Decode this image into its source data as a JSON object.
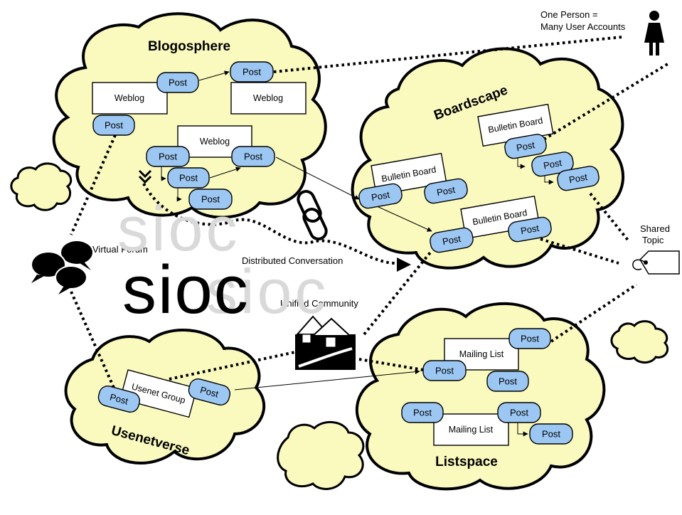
{
  "regions": {
    "blogosphere": "Blogosphere",
    "boardscape": "Boardscape",
    "usenetverse": "Usenetverse",
    "listspace": "Listspace"
  },
  "containers": {
    "weblog": "Weblog",
    "bulletin_board": "Bulletin Board",
    "mailing_list": "Mailing List",
    "usenet_group": "Usenet Group"
  },
  "post_label": "Post",
  "labels": {
    "one_person": [
      "One Person =",
      "Many User Accounts"
    ],
    "shared_topic": [
      "Shared",
      "Topic"
    ],
    "virtual_forum": "Virtual Forum",
    "distributed_conversation": "Distributed Conversation",
    "unified_community": "Unified Community"
  },
  "logo": {
    "text": "sioc",
    "watermark": "sioc"
  },
  "icons": [
    "person-icon",
    "speech-bubbles-icon",
    "chain-link-icon",
    "tag-icon",
    "community-houses-icon",
    "arrowhead-icon"
  ]
}
